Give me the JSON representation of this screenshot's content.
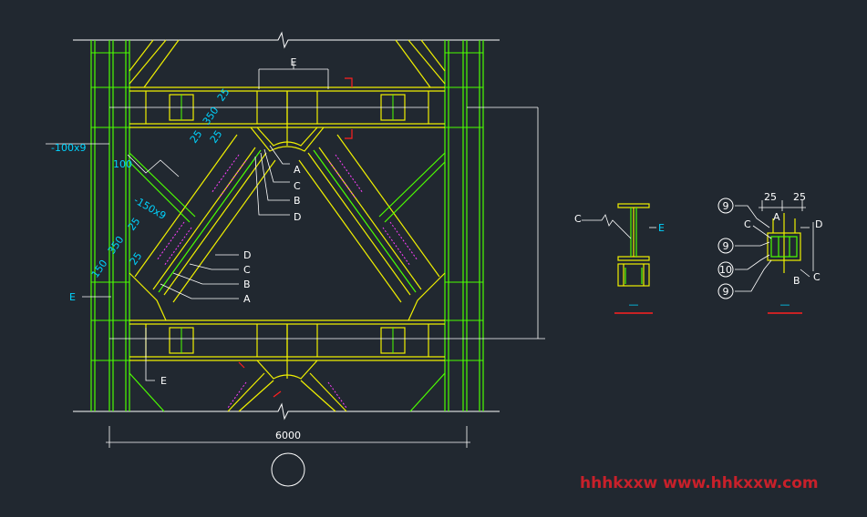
{
  "drawing": {
    "main_labels": {
      "e_top": "E",
      "a_right": "A",
      "c_right": "C",
      "b_right": "B",
      "d_right": "D",
      "d_left": "D",
      "c_left": "C",
      "b_left": "B",
      "a_left": "A",
      "e_left": "E",
      "e_bottom": "E"
    },
    "dimensions": {
      "plate_100x9": "-100x9",
      "plate_150x9": "-150x9",
      "d100": "100",
      "d25_a": "25",
      "d350_a": "350",
      "d25_b": "25",
      "d25_c": "25",
      "d25_d": "25",
      "d350_b": "350",
      "d25_e": "25",
      "d150": "150",
      "overall_width": "6000"
    },
    "section_1": {
      "c_label": "C",
      "e_label": "E",
      "caption": "—"
    },
    "section_2": {
      "dim_left": "25",
      "dim_right": "25",
      "c_label": "C",
      "a_label": "A",
      "d_label": "D",
      "b_label": "B",
      "c2_label": "C",
      "bubble_9a": "9",
      "bubble_9b": "9",
      "bubble_10": "10",
      "bubble_9c": "9",
      "caption": "—"
    },
    "watermark": "hhhkxxw  www.hhkxxw.com"
  }
}
